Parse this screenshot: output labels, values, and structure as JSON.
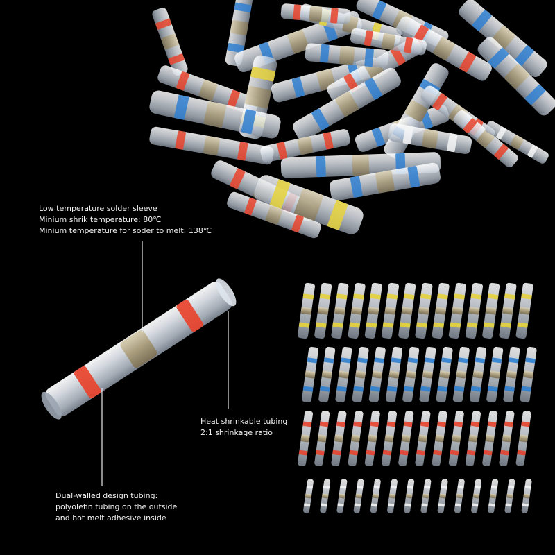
{
  "callouts": {
    "solder_sleeve": {
      "lines": [
        "Low temperature solder sleeve",
        "Minium shrik temperature: 80℃",
        "Minium temperature for soder to melt: 138℃"
      ]
    },
    "heat_shrink": {
      "lines": [
        "Heat shrinkable tubing",
        "2:1 shrinkage ratio"
      ]
    },
    "dual_wall": {
      "lines": [
        "Dual-walled design tubing:",
        "polyolefin tubing on the outside",
        "and hot melt adhesive inside"
      ]
    }
  },
  "colors": {
    "background": "#000000",
    "tube": "#e8ecf2",
    "solder": "#b3a88a",
    "red_band": "#e8432c",
    "blue_band": "#2f7fd0",
    "yellow_band": "#e6d23c",
    "white_band": "#f4f4f4"
  },
  "grid_rows": [
    {
      "size": "yellow",
      "count": 14,
      "band_color": "#e6d23c"
    },
    {
      "size": "blue",
      "count": 14,
      "band_color": "#2f7fd0"
    },
    {
      "size": "red",
      "count": 14,
      "band_color": "#e8432c"
    },
    {
      "size": "white",
      "count": 14,
      "band_color": "#f4f4f4"
    }
  ]
}
